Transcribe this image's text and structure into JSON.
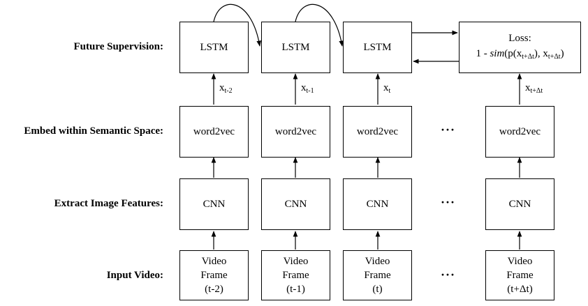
{
  "row_labels": {
    "future": "Future Supervision:",
    "embed": "Embed within Semantic Space:",
    "extract": "Extract Image Features:",
    "input": "Input Video:"
  },
  "lstm_label": "LSTM",
  "word2vec_label": "word2vec",
  "cnn_label": "CNN",
  "frame_line1": "Video",
  "frame_line2": "Frame",
  "frames": [
    "(t-2)",
    "(t-1)",
    "(t)",
    "(t+Δt)"
  ],
  "x_labels": [
    {
      "base": "x",
      "sub": "t-2"
    },
    {
      "base": "x",
      "sub": "t-1"
    },
    {
      "base": "x",
      "sub": "t"
    },
    {
      "base": "x",
      "sub": "t+Δt"
    }
  ],
  "loss": {
    "title": "Loss:",
    "prefix": "1 - ",
    "func": "sim",
    "open": "(p(x",
    "sub1": "t+Δt",
    "mid": "), x",
    "sub2": "t+Δt",
    "close": ")"
  },
  "ellipsis": "···"
}
